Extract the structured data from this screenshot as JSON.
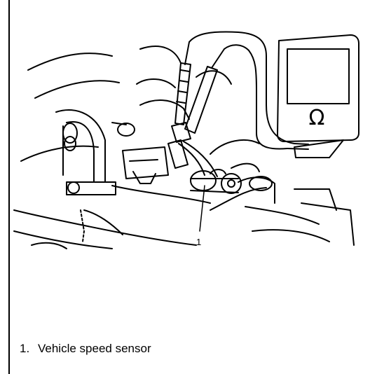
{
  "diagram": {
    "callouts": [
      {
        "number": "1"
      }
    ],
    "meter": {
      "symbol": "Ω",
      "icon": "ohmmeter-icon"
    },
    "legend": [
      {
        "number": "1.",
        "label": "Vehicle speed sensor"
      }
    ]
  }
}
